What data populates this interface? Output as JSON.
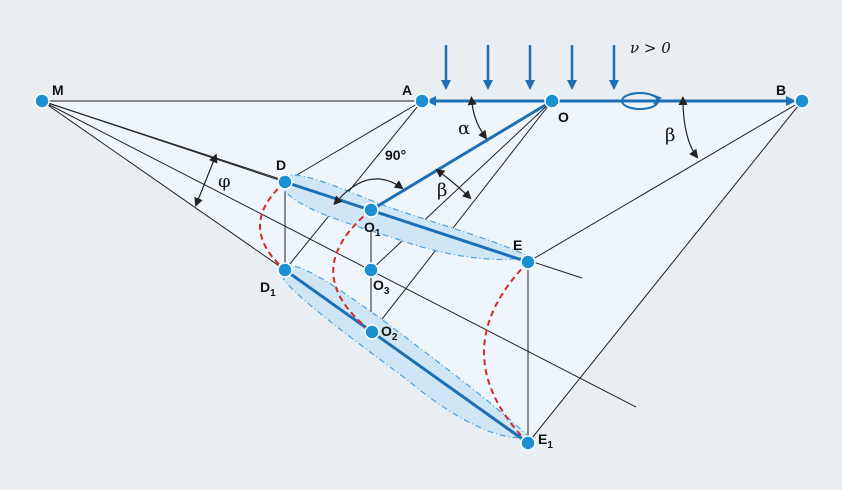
{
  "colors": {
    "background": "#e9eef2",
    "panel_fill": "#eef6fb",
    "accent_blue": "#1f6fb5",
    "point_blue": "#1a8fd1",
    "dashed_red": "#d62828",
    "dashed_blue": "#4aa3df",
    "line_black": "#222222"
  },
  "points": {
    "M": "M",
    "A": "A",
    "O": "O",
    "B": "B",
    "D": "D",
    "D1_base": "D",
    "D1_sub": "1",
    "E": "E",
    "E1_base": "E",
    "E1_sub": "1",
    "O1_base": "O",
    "O1_sub": "1",
    "O2_base": "O",
    "O2_sub": "2",
    "O3_base": "O",
    "O3_sub": "3"
  },
  "angles": {
    "alpha": "α",
    "beta_top": "β",
    "beta_mid": "β",
    "phi": "φ",
    "right_angle": "90°"
  },
  "flow_condition": "ν > 0",
  "icons": {
    "flow_arrows": "down-arrow-icon",
    "rotation": "rotation-arrow-icon"
  }
}
